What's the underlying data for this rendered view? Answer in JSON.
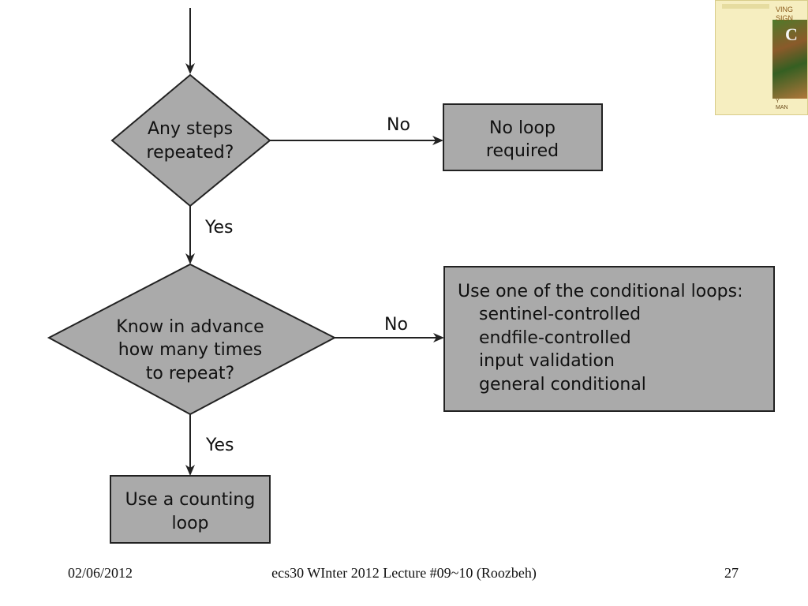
{
  "diagram": {
    "decision_steps": {
      "lines": [
        "Any steps",
        "repeated?"
      ]
    },
    "decision_advance": {
      "lines": [
        "Know in advance",
        "how many times",
        "to repeat?"
      ]
    },
    "box_no_loop": {
      "lines": [
        "No loop",
        "required"
      ]
    },
    "box_conditional": {
      "heading": "Use one of the conditional loops:",
      "items": [
        "sentinel-controlled",
        "endfile-controlled",
        "input validation",
        "general conditional"
      ]
    },
    "box_counting": {
      "lines": [
        "Use a counting",
        "loop"
      ]
    },
    "edge_labels": {
      "no_1": "No",
      "yes_1": "Yes",
      "no_2": "No",
      "yes_2": "Yes"
    },
    "colors": {
      "fill": "#aaaaaa",
      "stroke": "#222222"
    }
  },
  "book": {
    "title": "VING\nSIGN",
    "letter": "C",
    "author": "Y\nMAN"
  },
  "footer": {
    "date": "02/06/2012",
    "course": "ecs30 WInter 2012 Lecture #09~10 (Roozbeh)",
    "page": "27"
  }
}
